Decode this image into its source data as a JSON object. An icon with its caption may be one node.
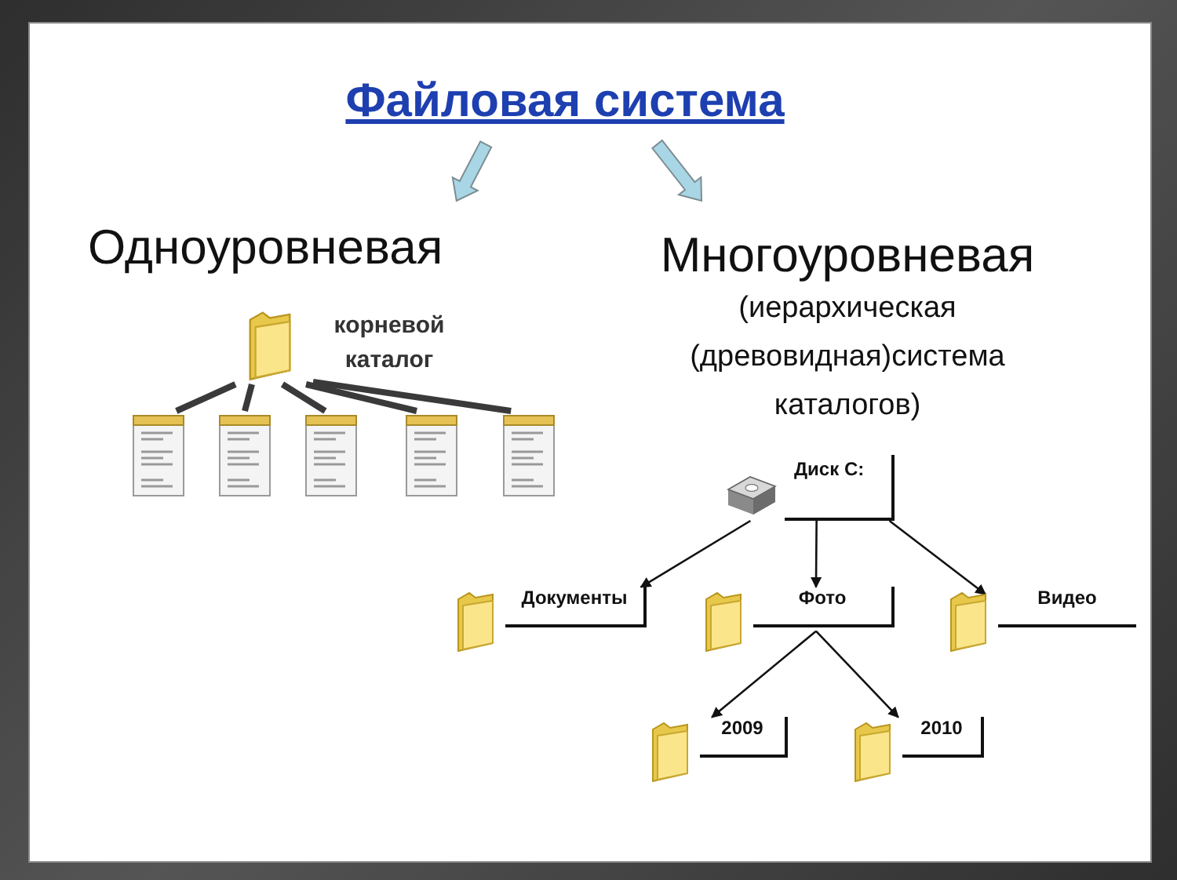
{
  "diagram": {
    "nodes": [
      {
        "text": [
          "Файловая система"
        ]
      },
      {
        "text": [
          "Одноуровневая"
        ]
      },
      {
        "text": [
          "Многоуровневая",
          "(иерархическая (древовидная)система каталогов)"
        ]
      },
      {
        "text": [
          "корневой каталог"
        ]
      },
      {
        "text": [],
        "shape": "document"
      },
      {
        "text": [],
        "shape": "document"
      },
      {
        "text": [],
        "shape": "document"
      },
      {
        "text": [],
        "shape": "document"
      },
      {
        "text": [],
        "shape": "document"
      },
      {
        "text": [
          "Диск С:"
        ]
      },
      {
        "text": [
          "Документы"
        ]
      },
      {
        "text": [
          "Фото"
        ]
      },
      {
        "text": [
          "Видео"
        ]
      },
      {
        "text": [
          "2009"
        ]
      },
      {
        "text": [
          "2010"
        ]
      }
    ],
    "edges": [
      {
        "from": 0,
        "to": 1,
        "arrow": "to",
        "style": "thick",
        "color": "#a9d6e5"
      },
      {
        "from": 0,
        "to": 2,
        "arrow": "to",
        "style": "thick",
        "color": "#a9d6e5"
      },
      {
        "from": 3,
        "to": 4,
        "arrow": "none",
        "style": "thick",
        "color": "#3a3a3a"
      },
      {
        "from": 3,
        "to": 5,
        "arrow": "none",
        "style": "thick",
        "color": "#3a3a3a"
      },
      {
        "from": 3,
        "to": 6,
        "arrow": "none",
        "style": "thick",
        "color": "#3a3a3a"
      },
      {
        "from": 3,
        "to": 7,
        "arrow": "none",
        "style": "thick",
        "color": "#3a3a3a"
      },
      {
        "from": 3,
        "to": 8,
        "arrow": "none",
        "style": "thick",
        "color": "#3a3a3a"
      },
      {
        "from": 9,
        "to": 10,
        "arrow": "to"
      },
      {
        "from": 9,
        "to": 11,
        "arrow": "to"
      },
      {
        "from": 9,
        "to": 12,
        "arrow": "to"
      },
      {
        "from": 11,
        "to": 13,
        "arrow": "to"
      },
      {
        "from": 11,
        "to": 14,
        "arrow": "to"
      }
    ]
  }
}
